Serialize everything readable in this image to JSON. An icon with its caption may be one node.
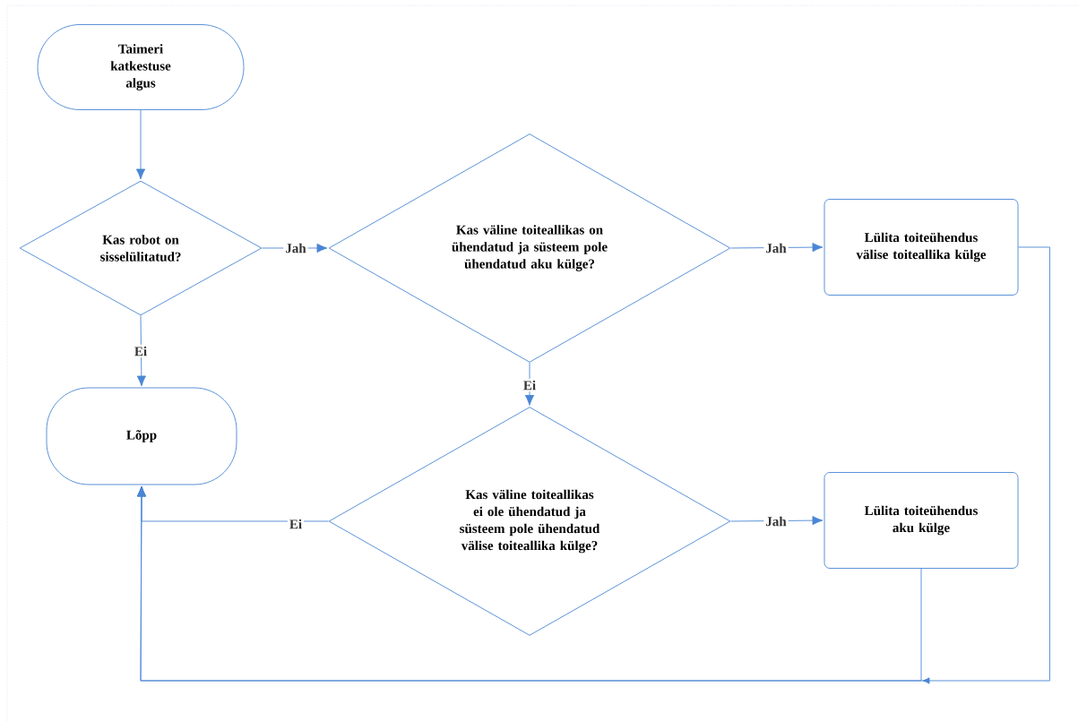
{
  "diagram": {
    "nodes": [
      {
        "text": [
          "Taimeri katkestuse algus"
        ]
      },
      {
        "text": [
          "Kas robot on sisselülitatud?"
        ]
      },
      {
        "text": [
          "Kas väline toiteallikas on ühendatud ja süsteem pole ühendatud aku külge?"
        ]
      },
      {
        "text": [
          "Lülita toiteühendus välise toiteallika külge"
        ]
      },
      {
        "text": [
          "Lõpp"
        ]
      },
      {
        "text": [
          "Kas väline toiteallikas ei ole ühendatud ja süsteem pole ühendatud välise toiteallika külge?"
        ]
      },
      {
        "text": [
          "Lülita toiteühendus aku külge"
        ]
      }
    ],
    "edges": [
      {
        "from": 0,
        "to": 1,
        "arrow": "to"
      },
      {
        "from": 1,
        "to": 2,
        "arrow": "to",
        "label": "Jah"
      },
      {
        "from": 1,
        "to": 4,
        "arrow": "to",
        "label": "Ei"
      },
      {
        "from": 2,
        "to": 3,
        "arrow": "to",
        "label": "Jah"
      },
      {
        "from": 2,
        "to": 5,
        "arrow": "to",
        "label": "Ei"
      },
      {
        "from": 5,
        "to": 4,
        "arrow": "to",
        "label": "Ei"
      },
      {
        "from": 5,
        "to": 6,
        "arrow": "to",
        "label": "Jah"
      },
      {
        "from": 3,
        "to": 4,
        "arrow": "to"
      },
      {
        "from": 6,
        "to": 4,
        "arrow": "to"
      }
    ]
  }
}
